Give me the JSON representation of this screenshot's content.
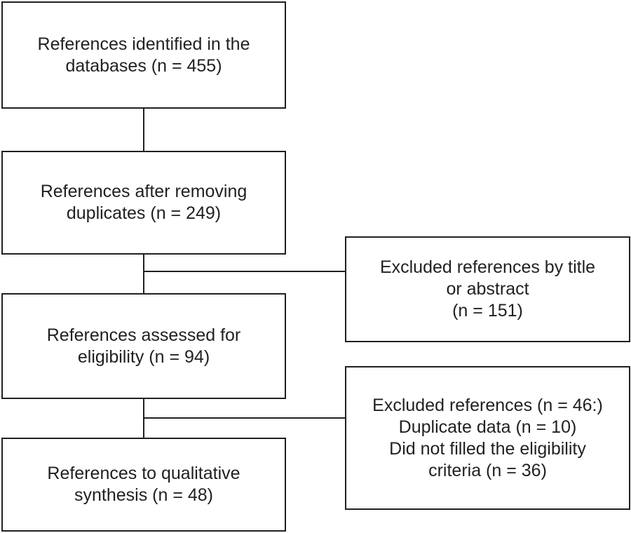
{
  "boxes": {
    "identified": {
      "lines": [
        "References identified in the",
        "databases (n = 455)"
      ]
    },
    "after_duplicates": {
      "lines": [
        "References after removing",
        "duplicates (n = 249)"
      ]
    },
    "assessed": {
      "lines": [
        "References assessed for",
        "eligibility (n = 94)"
      ]
    },
    "qualitative": {
      "lines": [
        "References to qualitative",
        "synthesis (n = 48)"
      ]
    },
    "excluded_title": {
      "lines": [
        "Excluded references by title",
        "or abstract",
        "(n = 151)"
      ]
    },
    "excluded_eligibility": {
      "lines": [
        "Excluded references (n = 46:)",
        "Duplicate data (n = 10)",
        "Did not filled the eligibility",
        "criteria (n = 36)"
      ]
    }
  }
}
